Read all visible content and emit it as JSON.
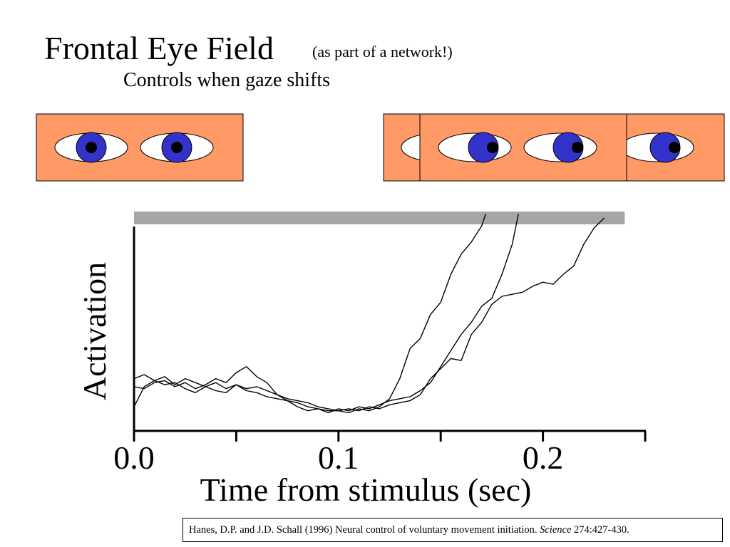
{
  "header": {
    "title": "Frontal Eye Field",
    "title_note": "(as part of a network!)",
    "subtitle": "Controls when gaze shifts"
  },
  "colors": {
    "face_panel": "#ff9966",
    "iris": "#3333cc",
    "pupil": "#000000",
    "sclera": "#ffffff",
    "threshold_bar": "#a6a6a6",
    "trace": "#000000"
  },
  "citation": {
    "text": "Hanes, D.P. and J.D. Schall (1996) Neural control of voluntary movement initiation. ",
    "journal": "Science",
    "ref": " 274:427-430."
  },
  "chart_data": {
    "type": "line",
    "title": "",
    "xlabel": "Time from stimulus (sec)",
    "ylabel": "Activation",
    "xlim": [
      0.0,
      0.25
    ],
    "ylim": [
      0.0,
      1.0
    ],
    "xticks": [
      0.0,
      0.05,
      0.1,
      0.15,
      0.2,
      0.25
    ],
    "xtick_labels": [
      "0.0",
      "0.1",
      "0.2"
    ],
    "xtick_label_values": [
      0.0,
      0.1,
      0.2
    ],
    "grid": false,
    "legend": "none",
    "threshold": {
      "value": 1.0,
      "x_range": [
        0.0,
        0.24
      ]
    },
    "series": [
      {
        "x": [
          0.0,
          0.005,
          0.01,
          0.015,
          0.02,
          0.025,
          0.03,
          0.035,
          0.04,
          0.045,
          0.05,
          0.055,
          0.06,
          0.065,
          0.07,
          0.075,
          0.08,
          0.085,
          0.09,
          0.095,
          0.1,
          0.105,
          0.11,
          0.115,
          0.12,
          0.125,
          0.13,
          0.135,
          0.14,
          0.145,
          0.15,
          0.155,
          0.16,
          0.165,
          0.17,
          0.172
        ],
        "y": [
          0.2,
          0.22,
          0.19,
          0.21,
          0.17,
          0.2,
          0.18,
          0.16,
          0.18,
          0.15,
          0.17,
          0.14,
          0.13,
          0.11,
          0.1,
          0.09,
          0.08,
          0.06,
          0.05,
          0.04,
          0.04,
          0.03,
          0.05,
          0.04,
          0.06,
          0.1,
          0.2,
          0.35,
          0.4,
          0.52,
          0.58,
          0.72,
          0.82,
          0.88,
          0.96,
          1.02
        ]
      },
      {
        "x": [
          0.0,
          0.005,
          0.01,
          0.015,
          0.02,
          0.025,
          0.03,
          0.035,
          0.04,
          0.045,
          0.05,
          0.055,
          0.06,
          0.065,
          0.07,
          0.075,
          0.08,
          0.085,
          0.09,
          0.095,
          0.1,
          0.105,
          0.11,
          0.115,
          0.12,
          0.125,
          0.13,
          0.135,
          0.14,
          0.145,
          0.15,
          0.155,
          0.16,
          0.165,
          0.17,
          0.175,
          0.18,
          0.185,
          0.188
        ],
        "y": [
          0.16,
          0.15,
          0.18,
          0.19,
          0.16,
          0.18,
          0.15,
          0.17,
          0.2,
          0.18,
          0.23,
          0.26,
          0.21,
          0.18,
          0.12,
          0.09,
          0.06,
          0.04,
          0.05,
          0.03,
          0.05,
          0.04,
          0.06,
          0.05,
          0.07,
          0.09,
          0.1,
          0.11,
          0.14,
          0.18,
          0.26,
          0.34,
          0.42,
          0.48,
          0.56,
          0.6,
          0.72,
          0.87,
          1.02
        ]
      },
      {
        "x": [
          0.0,
          0.005,
          0.01,
          0.015,
          0.02,
          0.025,
          0.03,
          0.035,
          0.04,
          0.045,
          0.05,
          0.055,
          0.06,
          0.065,
          0.07,
          0.075,
          0.08,
          0.085,
          0.09,
          0.095,
          0.1,
          0.105,
          0.11,
          0.115,
          0.12,
          0.125,
          0.13,
          0.135,
          0.14,
          0.145,
          0.15,
          0.155,
          0.16,
          0.165,
          0.17,
          0.175,
          0.18,
          0.185,
          0.19,
          0.195,
          0.2,
          0.205,
          0.21,
          0.215,
          0.22,
          0.225,
          0.23
        ],
        "y": [
          0.06,
          0.16,
          0.19,
          0.17,
          0.18,
          0.15,
          0.13,
          0.16,
          0.14,
          0.13,
          0.17,
          0.15,
          0.16,
          0.14,
          0.12,
          0.1,
          0.09,
          0.08,
          0.06,
          0.05,
          0.04,
          0.05,
          0.04,
          0.06,
          0.05,
          0.07,
          0.08,
          0.09,
          0.12,
          0.2,
          0.25,
          0.3,
          0.29,
          0.42,
          0.48,
          0.57,
          0.61,
          0.62,
          0.63,
          0.66,
          0.68,
          0.67,
          0.72,
          0.76,
          0.87,
          0.95,
          1.0
        ]
      }
    ]
  }
}
